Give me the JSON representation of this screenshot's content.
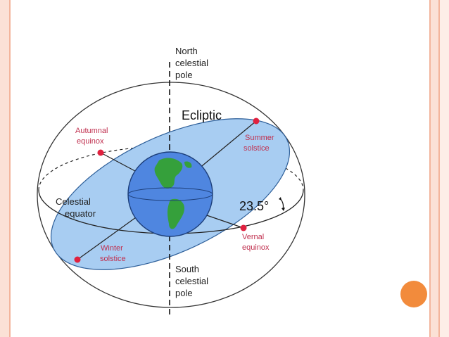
{
  "diagram": {
    "north_pole": {
      "line1": "North",
      "line2": "celestial",
      "line3": "pole"
    },
    "south_pole": {
      "line1": "South",
      "line2": "celestial",
      "line3": "pole"
    },
    "ecliptic": "Ecliptic",
    "autumnal_equinox": {
      "line1": "Autumnal",
      "line2": "equinox"
    },
    "summer_solstice": {
      "line1": "Summer",
      "line2": "solstice"
    },
    "winter_solstice": {
      "line1": "Winter",
      "line2": "solstice"
    },
    "vernal_equinox": {
      "line1": "Vernal",
      "line2": "equinox"
    },
    "celestial_equator": {
      "line1": "Celestial",
      "line2": "equator"
    },
    "tilt_angle": "23.5°"
  },
  "colors": {
    "ecliptic_fill": "#a8cdf2",
    "earth_ocean": "#4f86e0",
    "land": "#35a03b",
    "marker": "#e0213f",
    "label_red": "#c0304f",
    "accent_circle": "#f28b3c"
  }
}
